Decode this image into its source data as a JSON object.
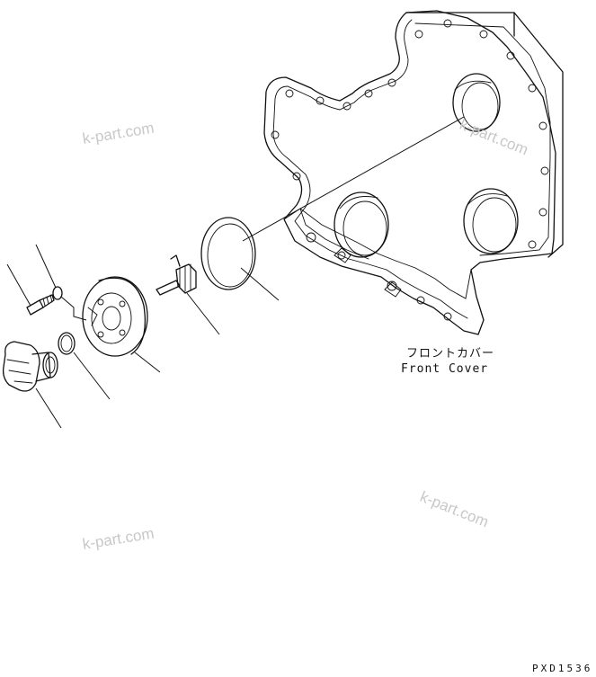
{
  "diagram": {
    "part_label_jp": "フロントカバー",
    "part_label_en": "Front Cover",
    "drawing_code": "PXD1536",
    "watermarks": [
      "k-part.com",
      "k-part.com",
      "k-part.com",
      "k-part.com"
    ]
  }
}
